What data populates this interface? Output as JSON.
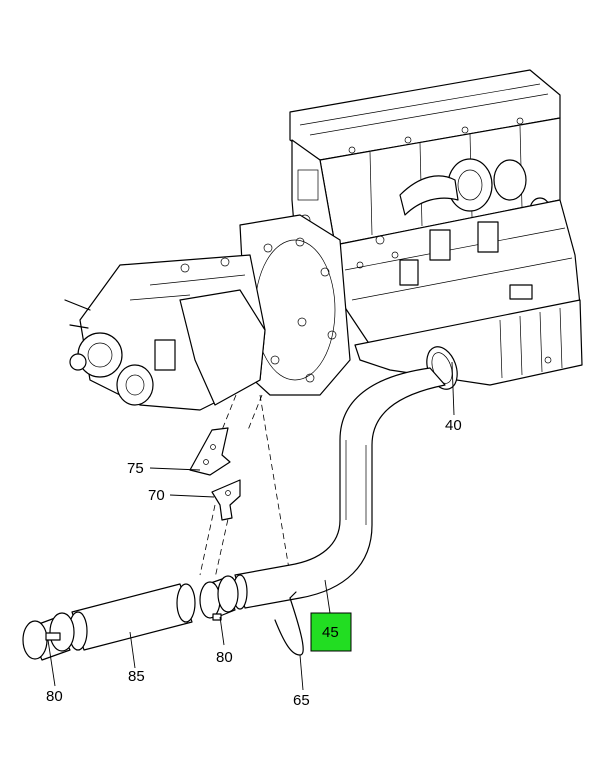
{
  "diagram": {
    "highlight_color": "#22dd22",
    "callouts": {
      "c40": "40",
      "c75": "75",
      "c70": "70",
      "c45": "45",
      "c80_left": "80",
      "c85": "85",
      "c80_mid": "80",
      "c65": "65"
    }
  }
}
